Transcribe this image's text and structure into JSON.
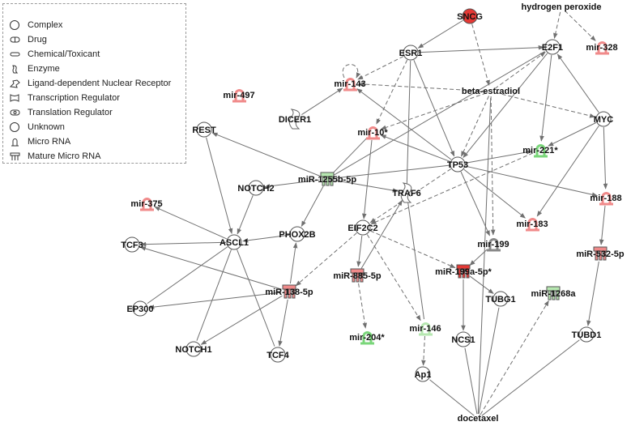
{
  "legend": {
    "items": [
      {
        "key": "complex",
        "label": "Complex"
      },
      {
        "key": "drug",
        "label": "Drug"
      },
      {
        "key": "chemical",
        "label": "Chemical/Toxicant"
      },
      {
        "key": "enzyme",
        "label": "Enzyme"
      },
      {
        "key": "ligand",
        "label": "Ligand-dependent Nuclear Receptor"
      },
      {
        "key": "tr",
        "label": "Transcription Regulator"
      },
      {
        "key": "tl",
        "label": "Translation Regulator"
      },
      {
        "key": "unknown",
        "label": "Unknown"
      },
      {
        "key": "microrna",
        "label": "Micro RNA"
      },
      {
        "key": "mature",
        "label": "Mature Micro RNA"
      }
    ]
  },
  "colors": {
    "edge": "#707070",
    "up_strong": "#e53935",
    "up_light": "#f08a8a",
    "down": "#7ad67a",
    "down_light": "#b6e7b0",
    "neutral": "#ffffff"
  },
  "nodes": [
    {
      "id": "SNCG",
      "label": "SNCG"
    },
    {
      "id": "H2O2",
      "label": "hydrogen peroxide"
    },
    {
      "id": "ESR1",
      "label": "ESR1"
    },
    {
      "id": "E2F1",
      "label": "E2F1"
    },
    {
      "id": "mir328",
      "label": "mir-328"
    },
    {
      "id": "mir143",
      "label": "mir-143"
    },
    {
      "id": "mir497",
      "label": "mir-497"
    },
    {
      "id": "estradiol",
      "label": "beta-estradiol"
    },
    {
      "id": "DICER1",
      "label": "DICER1"
    },
    {
      "id": "MYC",
      "label": "MYC"
    },
    {
      "id": "REST",
      "label": "REST"
    },
    {
      "id": "mir10",
      "label": "mir-10*"
    },
    {
      "id": "mir221",
      "label": "mir-221*"
    },
    {
      "id": "mir1255b",
      "label": "miR-1255b-5p"
    },
    {
      "id": "TP53",
      "label": "TP53"
    },
    {
      "id": "NOTCH2",
      "label": "NOTCH2"
    },
    {
      "id": "TRAF6",
      "label": "TRAF6"
    },
    {
      "id": "mir188",
      "label": "mir-188"
    },
    {
      "id": "mir375",
      "label": "mir-375"
    },
    {
      "id": "EIF2C2",
      "label": "EIF2C2"
    },
    {
      "id": "mir183",
      "label": "mir-183"
    },
    {
      "id": "TCF3",
      "label": "TCF3"
    },
    {
      "id": "ASCL1",
      "label": "ASCL1"
    },
    {
      "id": "PHOX2B",
      "label": "PHOX2B"
    },
    {
      "id": "mir199",
      "label": "mir-199"
    },
    {
      "id": "mir532",
      "label": "miR-532-5p"
    },
    {
      "id": "mir885",
      "label": "miR-885-5p"
    },
    {
      "id": "mir199a",
      "label": "miR-199a-5p*"
    },
    {
      "id": "mir138",
      "label": "miR-138-5p"
    },
    {
      "id": "TUBG1",
      "label": "TUBG1"
    },
    {
      "id": "mir1268a",
      "label": "miR-1268a"
    },
    {
      "id": "EP300",
      "label": "EP300"
    },
    {
      "id": "mir146",
      "label": "mir-146"
    },
    {
      "id": "mir204",
      "label": "mir-204*"
    },
    {
      "id": "NCS1",
      "label": "NCS1"
    },
    {
      "id": "TUBD1",
      "label": "TUBD1"
    },
    {
      "id": "NOTCH1",
      "label": "NOTCH1"
    },
    {
      "id": "TCF4",
      "label": "TCF4"
    },
    {
      "id": "Ap1",
      "label": "Ap1"
    },
    {
      "id": "docetaxel",
      "label": "docetaxel"
    }
  ]
}
